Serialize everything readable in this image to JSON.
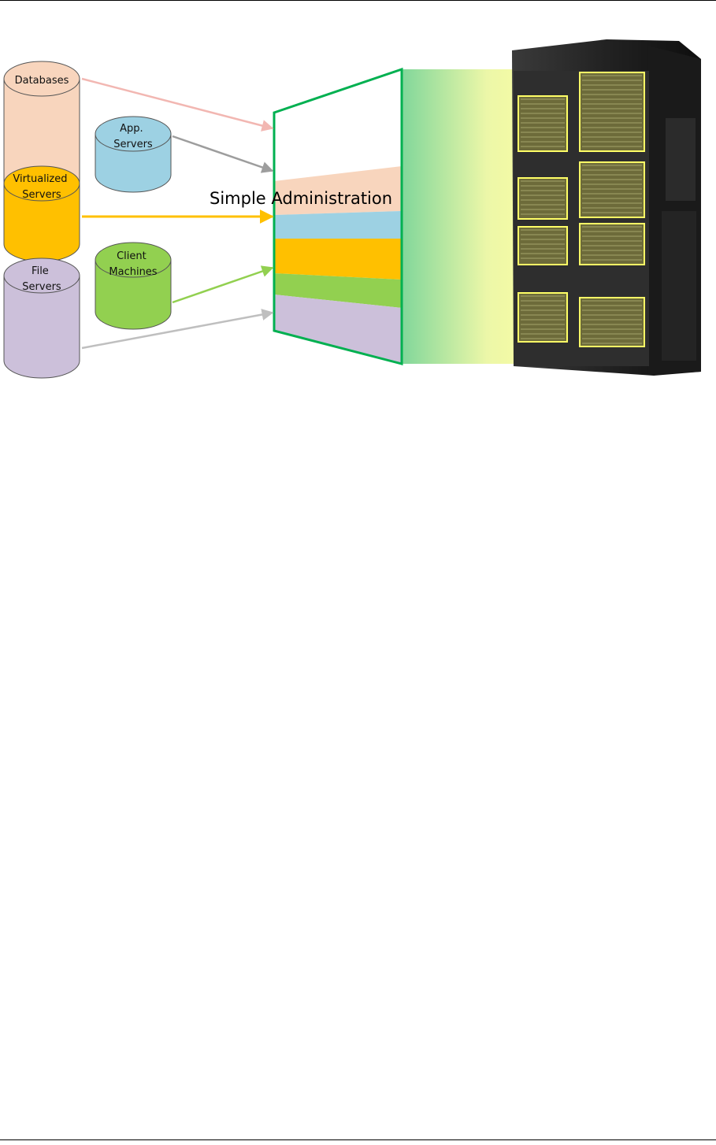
{
  "diagram": {
    "title": "Simple Administration",
    "cylinders": [
      {
        "id": "databases",
        "lines": [
          "Databases"
        ],
        "fill": "#f8d5bd"
      },
      {
        "id": "app-servers",
        "lines": [
          "App.",
          "Servers"
        ],
        "fill": "#9dd1e3"
      },
      {
        "id": "virtualized-servers",
        "lines": [
          "Virtualized",
          "Servers"
        ],
        "fill": "#ffc000"
      },
      {
        "id": "file-servers",
        "lines": [
          "File",
          "Servers"
        ],
        "fill": "#ccc0da"
      },
      {
        "id": "client-machines",
        "lines": [
          "Client",
          "Machines"
        ],
        "fill": "#92d050"
      }
    ],
    "arrow_colors": {
      "databases": "#f2b7b2",
      "app_servers": "#9d9d9d",
      "virtualized_servers": "#ffc000",
      "client_machines": "#92d050",
      "file_servers": "#bfbfbf"
    },
    "layer_colors": [
      "#f8d5bd",
      "#9dd1e3",
      "#ffc000",
      "#92d050",
      "#ccc0da"
    ],
    "panel_border_color": "#00b050",
    "highlight_color": "#ffff66"
  }
}
